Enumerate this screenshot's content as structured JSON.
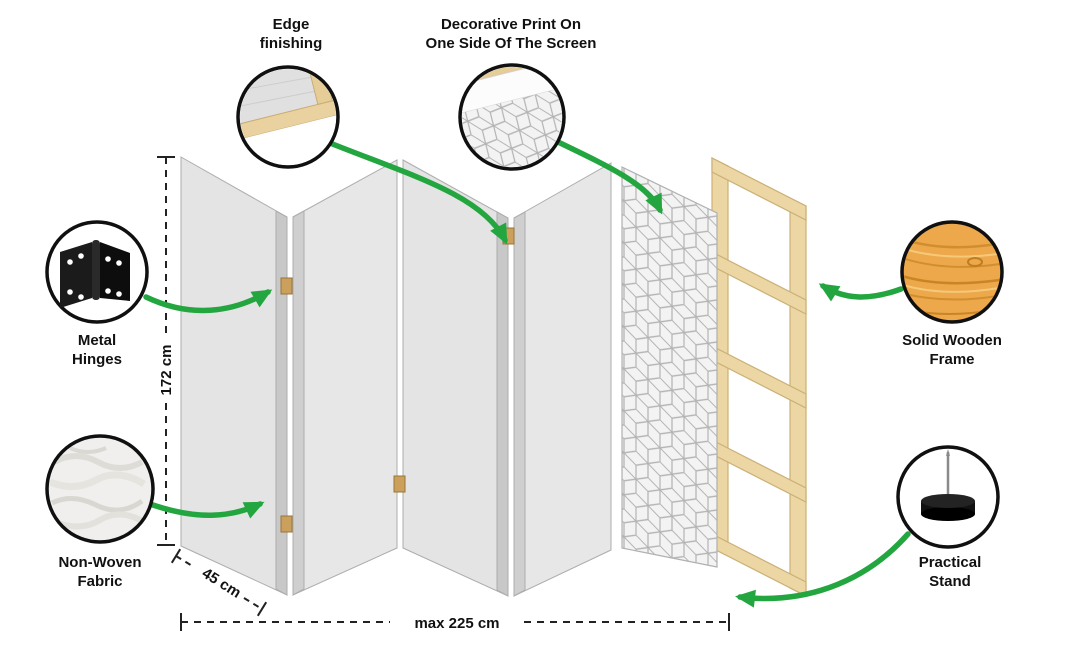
{
  "callouts": {
    "edge_finishing": {
      "lines": [
        "Edge",
        "finishing"
      ]
    },
    "decorative_print": {
      "lines": [
        "Decorative Print On",
        "One Side Of The Screen"
      ]
    },
    "metal_hinges": {
      "lines": [
        "Metal",
        "Hinges"
      ]
    },
    "non_woven_fabric": {
      "lines": [
        "Non-Woven",
        "Fabric"
      ]
    },
    "solid_wooden_frame": {
      "lines": [
        "Solid Wooden",
        "Frame"
      ]
    },
    "practical_stand": {
      "lines": [
        "Practical",
        "Stand"
      ]
    }
  },
  "dimensions": {
    "height": "172 cm",
    "panel_width": "45 cm",
    "max_total_width": "max 225 cm"
  },
  "colors": {
    "arrow_green": "#23a63f",
    "panel_gray": "#e4e4e4",
    "panel_edge_gray": "#c8c8c8",
    "wood_frame": "#ecd6a4",
    "wood_icon": "#eda84b",
    "outline_black": "#111111",
    "pattern_line": "#b3b3b3"
  }
}
